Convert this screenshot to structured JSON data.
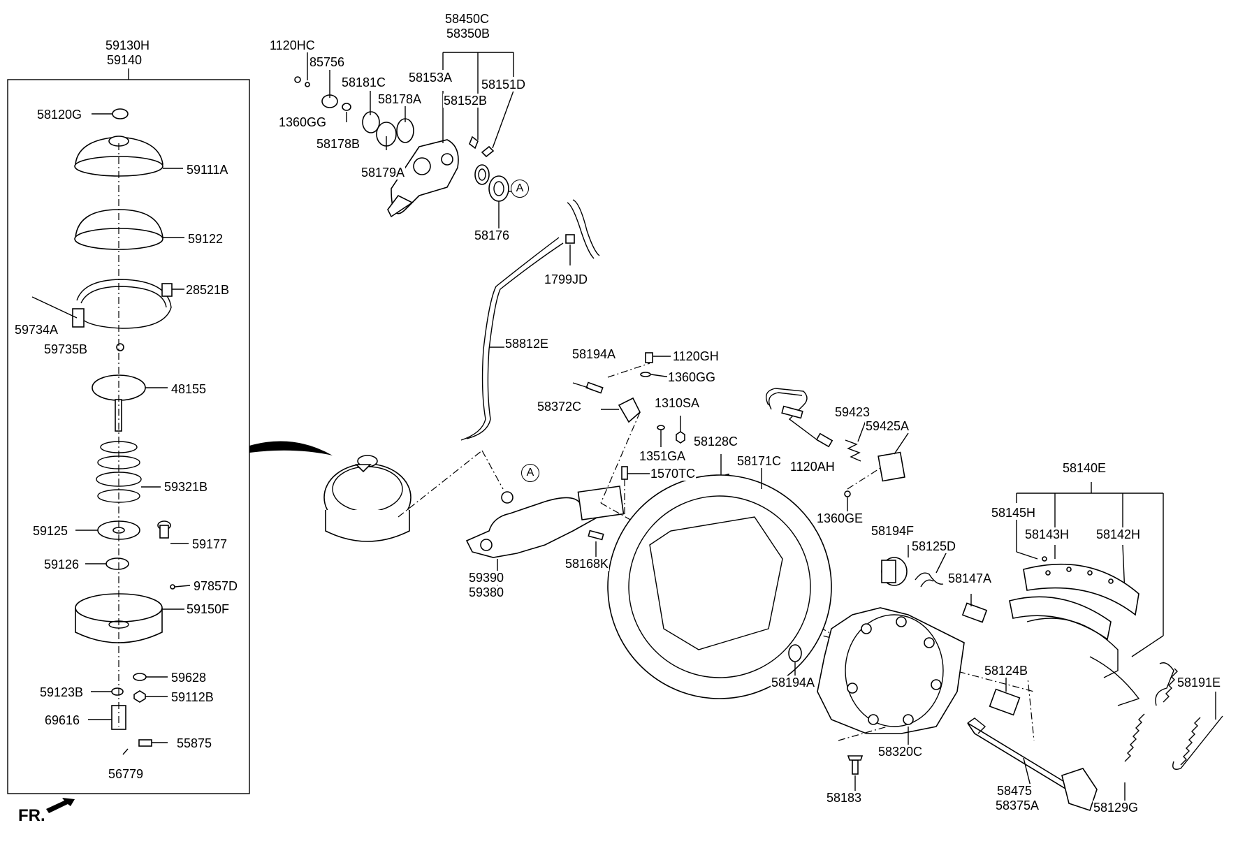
{
  "labels": {
    "l59130H": "59130H",
    "l59140": "59140",
    "l58120G": "58120G",
    "l59111A": "59111A",
    "l59122": "59122",
    "l28521B": "28521B",
    "l59734A": "59734A",
    "l59735B": "59735B",
    "l48155": "48155",
    "l59321B": "59321B",
    "l59125": "59125",
    "l59177": "59177",
    "l59126": "59126",
    "l97857D": "97857D",
    "l59150F": "59150F",
    "l59628": "59628",
    "l59123B": "59123B",
    "l59112B": "59112B",
    "l69616": "69616",
    "l55875": "55875",
    "l56779": "56779",
    "lFR": "FR.",
    "l1120HC": "1120HC",
    "l85756": "85756",
    "l1360GG_a": "1360GG",
    "l58181C": "58181C",
    "l58178A": "58178A",
    "l58178B": "58178B",
    "l58179A": "58179A",
    "l58450C": "58450C",
    "l58350B": "58350B",
    "l58153A": "58153A",
    "l58151D": "58151D",
    "l58152B": "58152B",
    "l58176": "58176",
    "lA1": "A",
    "l1799JD": "1799JD",
    "l58812E": "58812E",
    "l58194A_a": "58194A",
    "l1120GH": "1120GH",
    "l1360GG_b": "1360GG",
    "l58372C": "58372C",
    "l1310SA": "1310SA",
    "l1351GA": "1351GA",
    "l58128C": "58128C",
    "l1570TC": "1570TC",
    "l58171C": "58171C",
    "l1120AH": "1120AH",
    "l59423": "59423",
    "l59425A": "59425A",
    "l1360GE": "1360GE",
    "lA2": "A",
    "l59390": "59390",
    "l59380": "59380",
    "l58168K": "58168K",
    "l58140E": "58140E",
    "l58145H": "58145H",
    "l58143H": "58143H",
    "l58142H": "58142H",
    "l58194F": "58194F",
    "l58125D": "58125D",
    "l58147A": "58147A",
    "l58194A_b": "58194A",
    "l58124B": "58124B",
    "l58320C": "58320C",
    "l58191E": "58191E",
    "l58183": "58183",
    "l58475": "58475",
    "l58375A": "58375A",
    "l58129G": "58129G"
  }
}
